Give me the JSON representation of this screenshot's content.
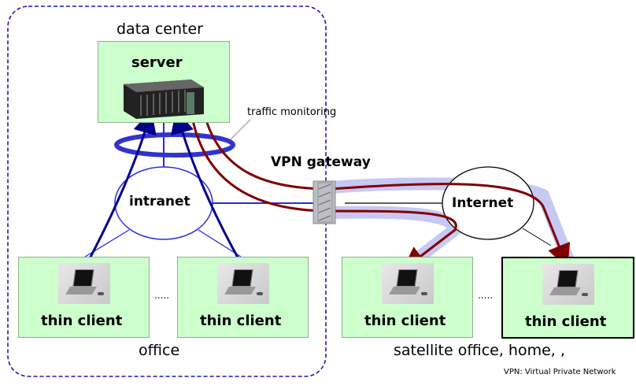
{
  "regions": {
    "left_region_label_top": "data center",
    "left_region_label_bottom": "office",
    "right_region_label": "satellite office, home, ,"
  },
  "nodes": {
    "server": "server",
    "intranet": "intranet",
    "internet": "Internet",
    "vpn_gateway": "VPN gateway",
    "traffic_monitoring": "traffic monitoring",
    "thin_clients": [
      "thin client",
      "thin client",
      "thin client",
      "thin client"
    ],
    "ellipsis_office": ".....",
    "ellipsis_remote": "....."
  },
  "footnote": "VPN: Virtual Private Network",
  "colors": {
    "box_fill": "#ccffcc",
    "blue_arrow": "#00008b",
    "blue_line": "#2b2bd9",
    "red_arrow": "#800000",
    "tunnel": "#c8c8f4",
    "dashed_border": "#1a1aa8"
  }
}
